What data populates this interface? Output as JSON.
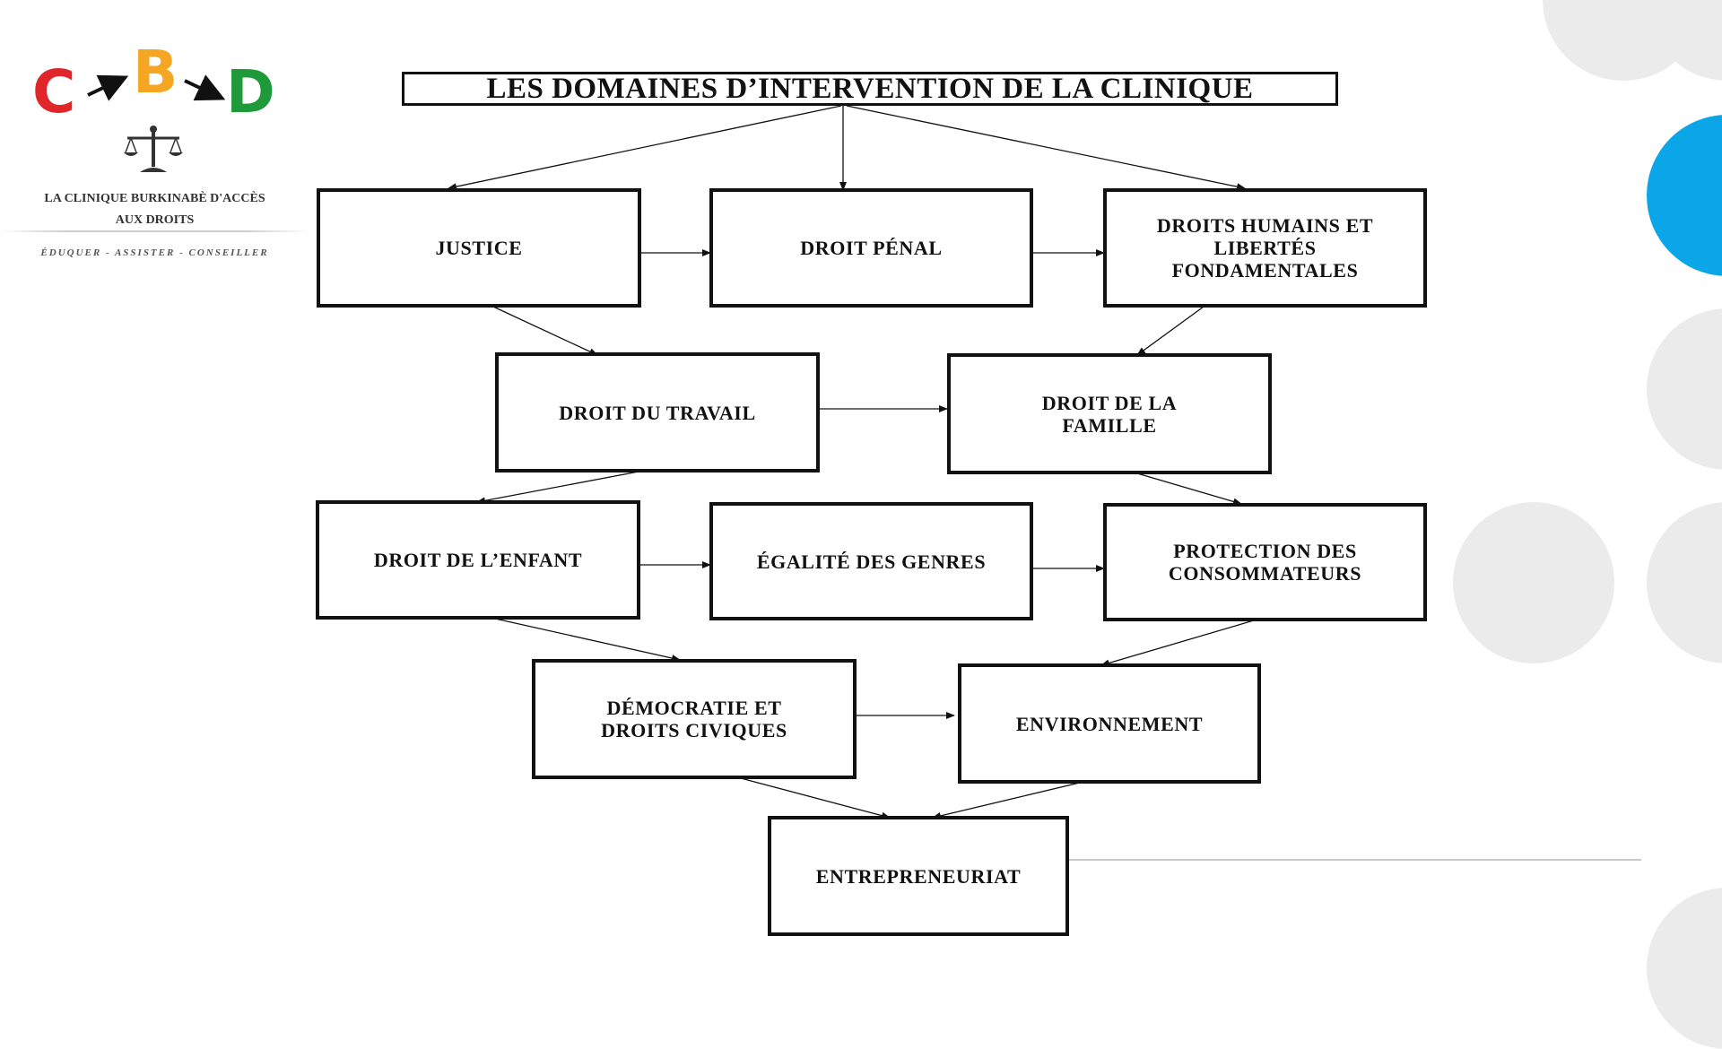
{
  "logo": {
    "letters": [
      "C",
      "B",
      "D"
    ],
    "colors": {
      "c": "#e0262b",
      "b": "#f5a623",
      "d": "#1e9a3a"
    },
    "icon": "scales-of-justice-icon",
    "name_line1": "LA CLINIQUE BURKINABÈ D'ACCÈS",
    "name_line2": "AUX DROITS",
    "tagline": "ÉDUQUER - ASSISTER - CONSEILLER"
  },
  "title": "LES DOMAINES D’INTERVENTION DE LA CLINIQUE",
  "nodes": {
    "justice": [
      "JUSTICE"
    ],
    "droit_penal": [
      "DROIT PÉNAL"
    ],
    "droits_humains": [
      "DROITS HUMAINS ET",
      "LIBERTÉS",
      "FONDAMENTALES"
    ],
    "droit_travail": [
      "DROIT DU TRAVAIL"
    ],
    "droit_famille": [
      "DROIT DE LA",
      "FAMILLE"
    ],
    "droit_enfant": [
      "DROIT DE L’ENFANT"
    ],
    "egalite_genres": [
      "ÉGALITÉ DES GENRES"
    ],
    "protection_consommateurs": [
      "PROTECTION DES",
      "CONSOMMATEURS"
    ],
    "democratie": [
      "DÉMOCRATIE ET",
      "DROITS CIVIQUES"
    ],
    "environnement": [
      "ENVIRONNEMENT"
    ],
    "entrepreneuriat": [
      "ENTREPRENEURIAT"
    ]
  },
  "accent_color": "#0aa6e8"
}
